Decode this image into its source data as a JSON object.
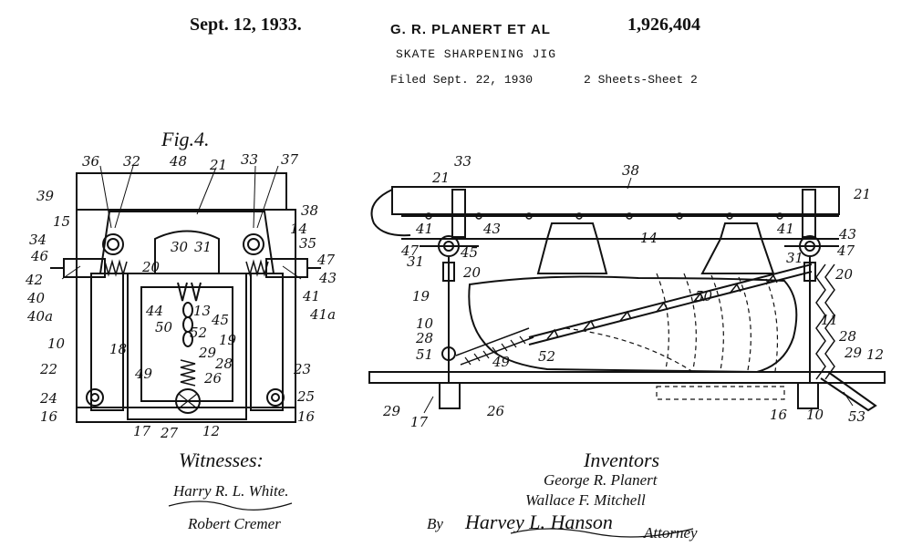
{
  "header": {
    "date": "Sept. 12, 1933.",
    "inventors_short": "G. R. PLANERT ET AL",
    "patent_number": "1,926,404",
    "title": "SKATE SHARPENING JIG",
    "filed": "Filed Sept. 22, 1930",
    "sheet": "2 Sheets-Sheet 2"
  },
  "figure": {
    "label": "Fig.4.",
    "left_numbers": [
      "36",
      "32",
      "48",
      "21",
      "33",
      "37",
      "39",
      "38",
      "15",
      "14",
      "34",
      "35",
      "46",
      "47",
      "42",
      "43",
      "40",
      "41",
      "40a",
      "41a",
      "20",
      "30",
      "31",
      "44",
      "13",
      "45",
      "50",
      "52",
      "19",
      "10",
      "18",
      "22",
      "29",
      "28",
      "49",
      "26",
      "23",
      "24",
      "25",
      "16",
      "16",
      "17",
      "27",
      "12"
    ],
    "right_numbers": [
      "21",
      "33",
      "38",
      "21",
      "41",
      "43",
      "14",
      "41",
      "43",
      "47",
      "45",
      "47",
      "31",
      "31",
      "20",
      "20",
      "19",
      "50",
      "10",
      "11",
      "28",
      "28",
      "51",
      "52",
      "49",
      "29",
      "12",
      "29",
      "17",
      "10",
      "26",
      "16",
      "53"
    ]
  },
  "signatures": {
    "witnesses_label": "Witnesses:",
    "witness_1": "Harry R. L. White.",
    "witness_2": "Robert Cremer",
    "inventors_label": "Inventors",
    "inventor_1": "George R. Planert",
    "inventor_2": "Wallace F. Mitchell",
    "by_label": "By",
    "attorney_name": "Harvey L. Hanson",
    "attorney_label": "Attorney"
  }
}
